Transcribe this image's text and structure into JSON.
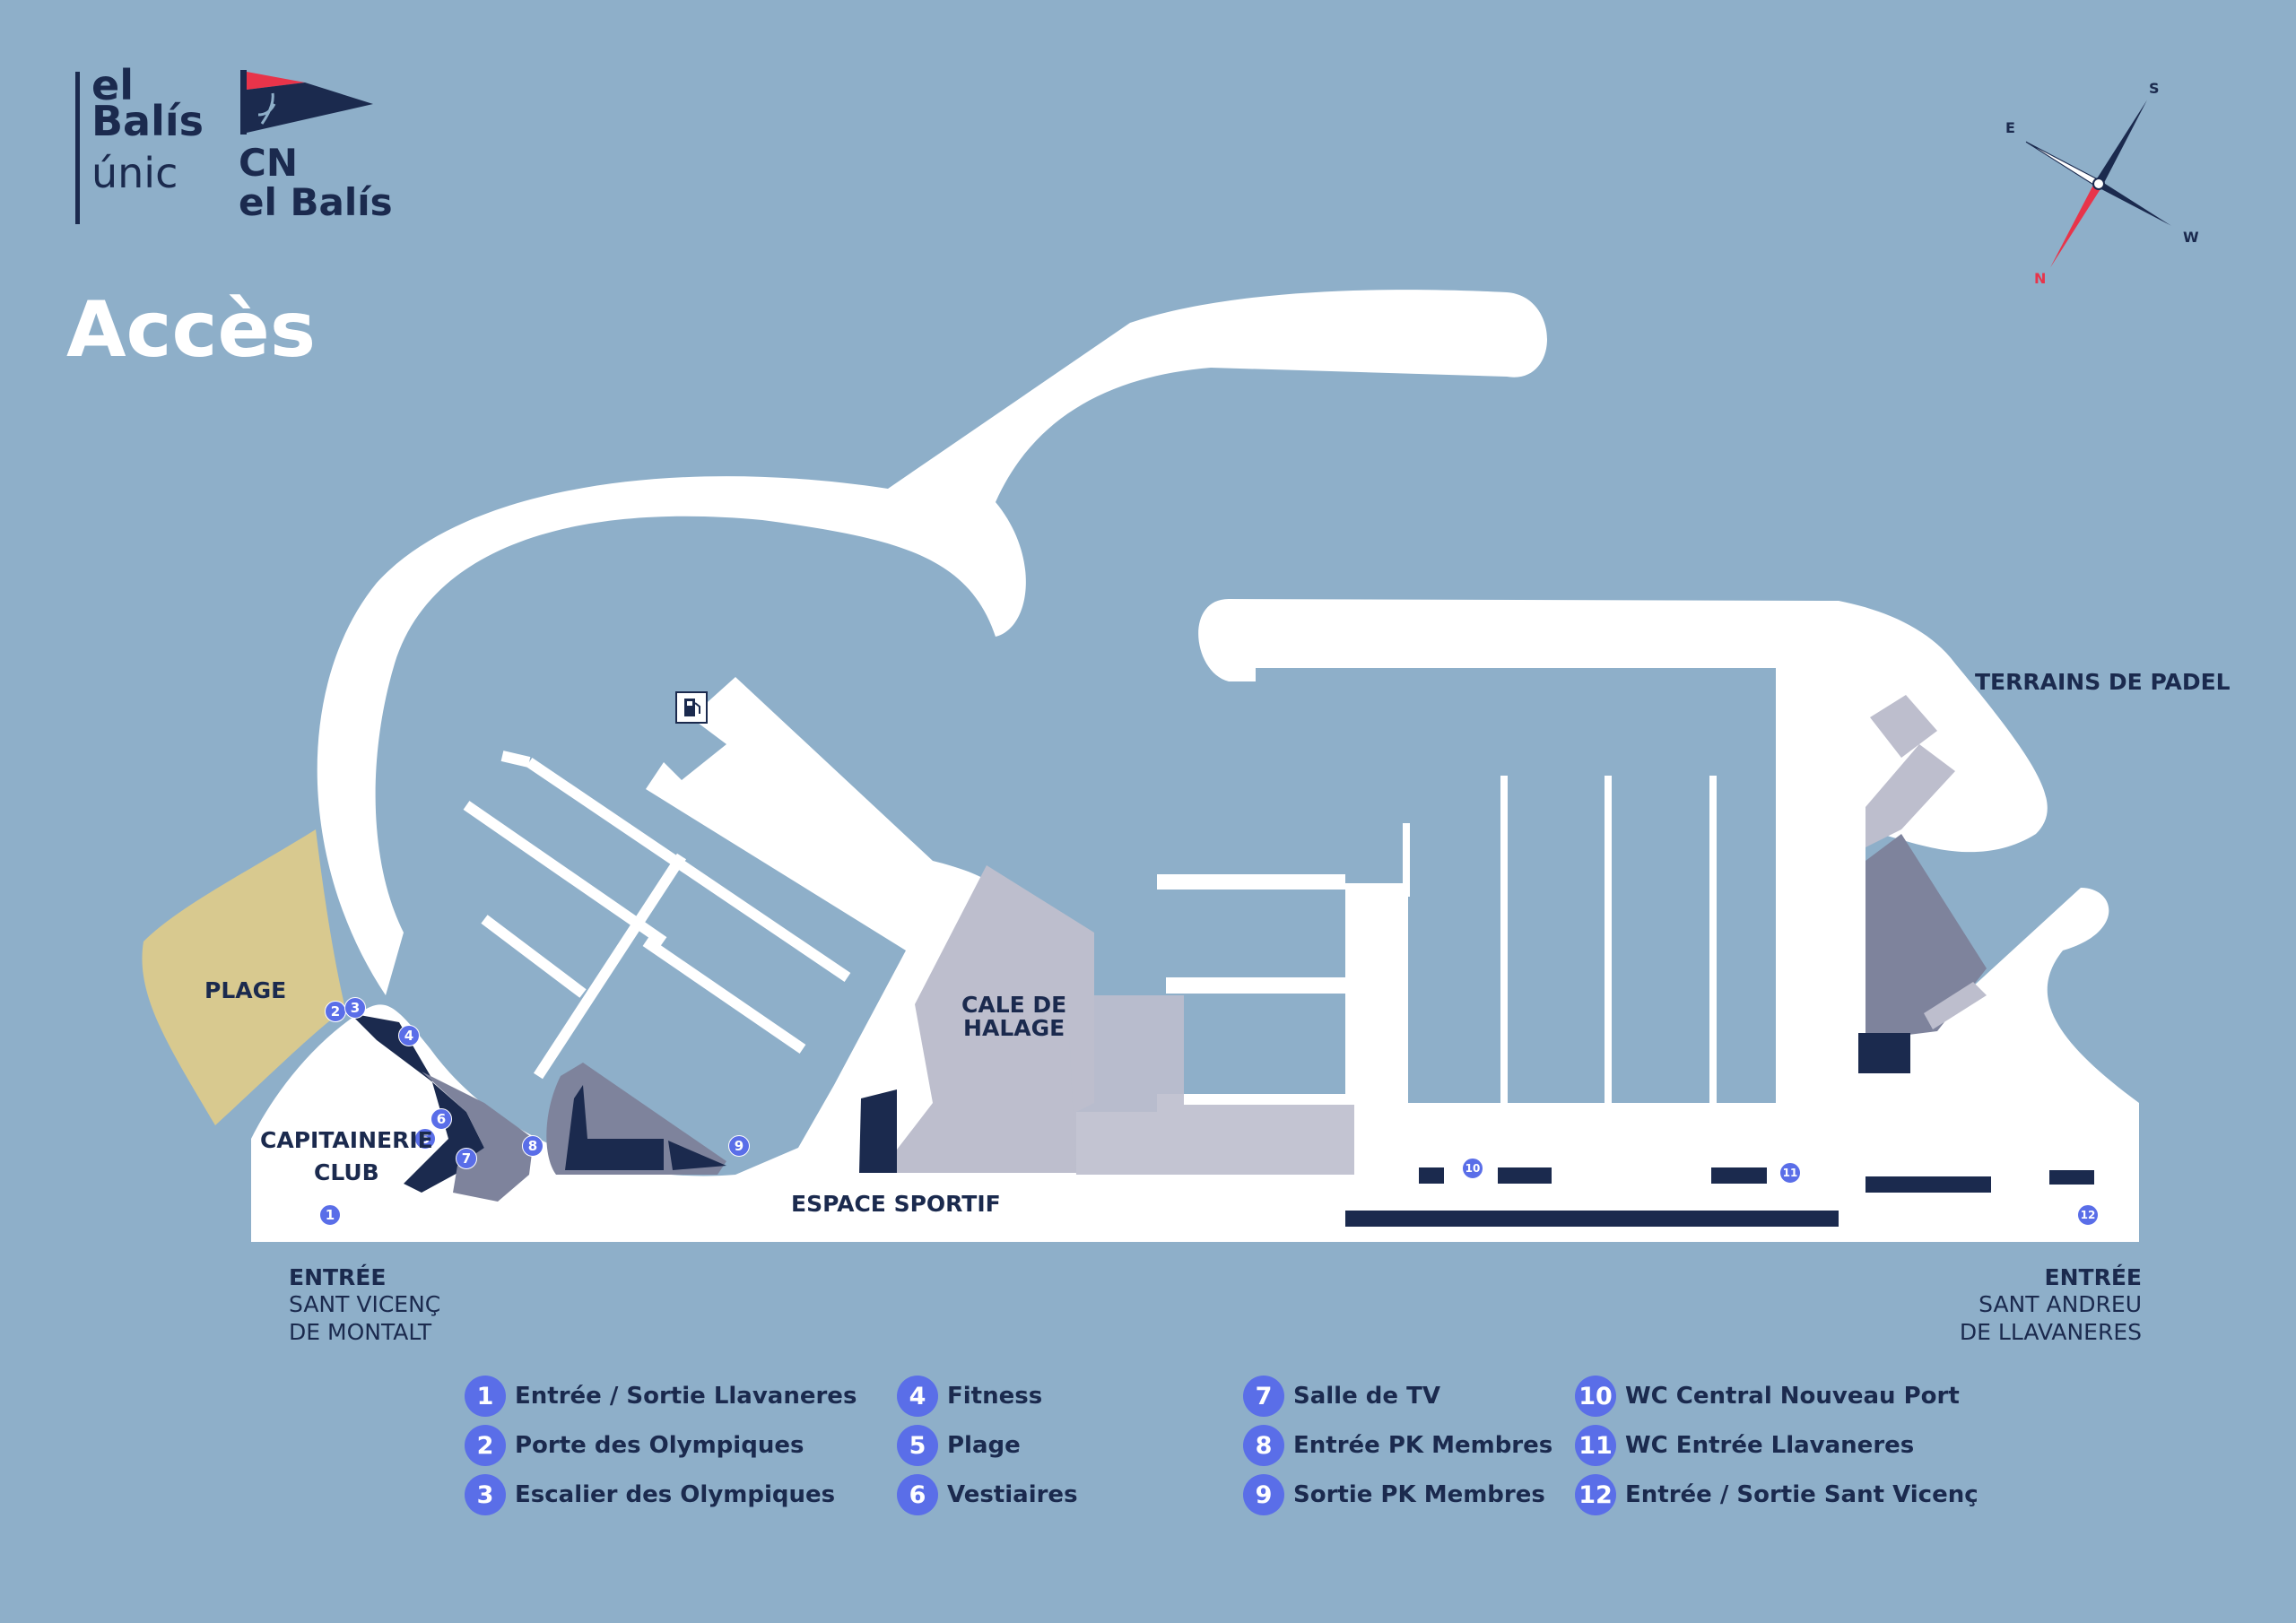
{
  "logos": {
    "el_balis_unic": {
      "line1": "el",
      "line2": "Balís",
      "line3": "únic"
    },
    "cn_el_balis": {
      "line1": "CN",
      "line2": "el Balís"
    }
  },
  "page_title": "Accès",
  "compass": {
    "n": "N",
    "s": "S",
    "e": "E",
    "w": "W"
  },
  "map_labels": {
    "plage": "PLAGE",
    "capitainerie_club": "CAPITAINERIE\nCLUB",
    "cale_de_halage": "CALE DE\nHALAGE",
    "espace_sportif": "ESPACE SPORTIF",
    "terrains_de_padel": "TERRAINS DE PADEL"
  },
  "entries": {
    "left": {
      "title": "ENTRÉE",
      "line1": "SANT VICENÇ",
      "line2": "DE MONTALT"
    },
    "right": {
      "title": "ENTRÉE",
      "line1": "SANT ANDREU",
      "line2": "DE LLAVANERES"
    }
  },
  "markers": [
    "1",
    "2",
    "3",
    "4",
    "5",
    "6",
    "7",
    "8",
    "9",
    "10",
    "11",
    "12"
  ],
  "legend": [
    {
      "num": "1",
      "label": "Entrée / Sortie Llavaneres"
    },
    {
      "num": "2",
      "label": "Porte des Olympiques"
    },
    {
      "num": "3",
      "label": "Escalier des Olympiques"
    },
    {
      "num": "4",
      "label": "Fitness"
    },
    {
      "num": "5",
      "label": "Plage"
    },
    {
      "num": "6",
      "label": "Vestiaires"
    },
    {
      "num": "7",
      "label": "Salle de TV"
    },
    {
      "num": "8",
      "label": "Entrée PK Membres"
    },
    {
      "num": "9",
      "label": "Sortie PK Membres"
    },
    {
      "num": "10",
      "label": "WC Central Nouveau Port"
    },
    {
      "num": "11",
      "label": "WC Entrée Llavaneres"
    },
    {
      "num": "12",
      "label": "Entrée / Sortie Sant Vicenç"
    }
  ],
  "colors": {
    "water": "#8EAFC9",
    "land": "#FFFFFF",
    "navy": "#1B2A4E",
    "beach": "#D8C98F",
    "grey_area": "#BDBECD",
    "dark_grey_area": "#7E839C",
    "marker": "#5A6EE8",
    "flag_red": "#E8344A"
  },
  "icons": {
    "fuel": "fuel-station-icon",
    "compass": "compass-rose-icon"
  }
}
